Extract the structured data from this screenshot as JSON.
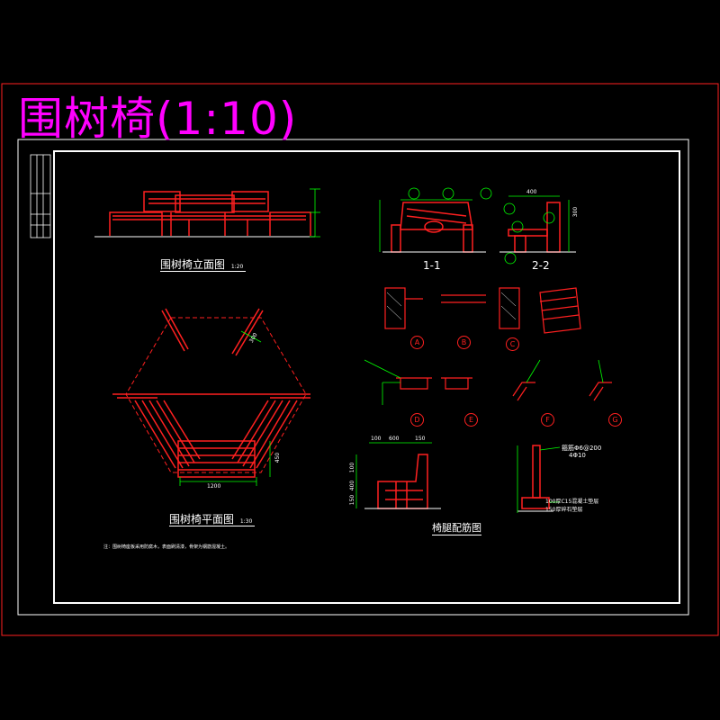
{
  "sheet": {
    "title": "围树椅(1:10)",
    "title_color": "#ff00ff",
    "frame_color": "#ff2020",
    "border_color": "#ffffff"
  },
  "views": {
    "elevation_title": "围树椅立面图",
    "elevation_scale": "1:20",
    "plan_title": "围树椅平面图",
    "plan_scale": "1:30",
    "section_1": "1-1",
    "section_2": "2-2",
    "rebar_title": "椅腿配筋图"
  },
  "detail_markers": [
    "A",
    "B",
    "C",
    "D",
    "E",
    "F",
    "G"
  ],
  "dimensions": {
    "plan_len": "1200",
    "plan_side": "450",
    "plan_diag": "300",
    "rebar_top": [
      "100",
      "600",
      "150"
    ],
    "rebar_side": [
      "400",
      "150",
      "100"
    ],
    "sec_top": "400",
    "sec_right": "300"
  },
  "annotations": {
    "leg_rebar_1": "箍筋Φ6@200",
    "leg_rebar_2": "4Φ10",
    "concrete_1": "100厚C15混凝土垫层",
    "concrete_2": "150厚碎石垫层",
    "note": "注：围树椅座板采用防腐木，表面刷清漆，骨架为钢筋混凝土。"
  },
  "colors": {
    "drawing": "#ff2020",
    "dim": "#00ff00",
    "leader": "#00ff00",
    "marker": "#ff2020",
    "text": "#ffffff"
  }
}
